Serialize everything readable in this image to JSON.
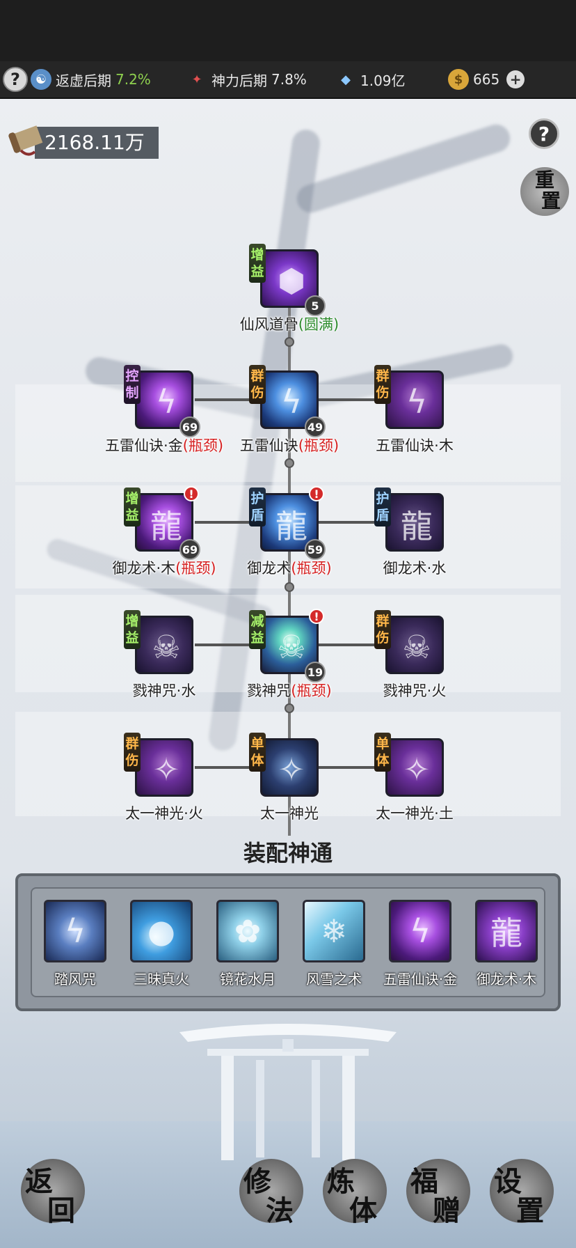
{
  "status": {
    "help": "?",
    "realm1": {
      "label": "返虚后期",
      "pct": "7.2%"
    },
    "realm2": {
      "label": "神力后期",
      "pct": "7.8%"
    },
    "crystals": "1.09亿",
    "coins": "665",
    "plus": "+"
  },
  "money": "2168.11万",
  "help_glyph": "?",
  "reset": {
    "c1": "重",
    "c2": "置"
  },
  "nodes": {
    "n1": {
      "tag": "增益",
      "level": "5",
      "name": "仙风道骨",
      "status": "(圆满)"
    },
    "r2a": {
      "tag": "控制",
      "level": "69",
      "name": "五雷仙诀·金",
      "status": "(瓶颈)"
    },
    "r2b": {
      "tag": "群伤",
      "level": "49",
      "name": "五雷仙诀",
      "status": "(瓶颈)"
    },
    "r2c": {
      "tag": "群伤",
      "name": "五雷仙诀·木"
    },
    "r3a": {
      "tag": "增益",
      "level": "69",
      "name": "御龙术·木",
      "status": "(瓶颈)",
      "alert": "!"
    },
    "r3b": {
      "tag": "护盾",
      "level": "59",
      "name": "御龙术",
      "status": "(瓶颈)",
      "alert": "!"
    },
    "r3c": {
      "tag": "护盾",
      "name": "御龙术·水"
    },
    "r4a": {
      "tag": "增益",
      "name": "戮神咒·水"
    },
    "r4b": {
      "tag": "减益",
      "level": "19",
      "name": "戮神咒",
      "status": "(瓶颈)",
      "alert": "!"
    },
    "r4c": {
      "tag": "群伤",
      "name": "戮神咒·火"
    },
    "r5a": {
      "tag": "群伤",
      "name": "太一神光·火"
    },
    "r5b": {
      "tag": "单体",
      "name": "太一神光"
    },
    "r5c": {
      "tag": "单体",
      "name": "太一神光·土"
    }
  },
  "equip": {
    "title": "装配神通",
    "slots": [
      "踏风咒",
      "三昧真火",
      "镜花水月",
      "风雪之术",
      "五雷仙诀·金",
      "御龙术·木"
    ]
  },
  "bottom": {
    "back": {
      "c1": "返",
      "c2": "回"
    },
    "xiufa": {
      "c1": "修",
      "c2": "法"
    },
    "lianti": {
      "c1": "炼",
      "c2": "体"
    },
    "fuzeng": {
      "c1": "福",
      "c2": "赠"
    },
    "shezhi": {
      "c1": "设",
      "c2": "置"
    }
  },
  "colors": {
    "accent_green": "#8fd14f",
    "bottleneck_red": "#d61f1f",
    "complete_green": "#2c8b2c"
  }
}
